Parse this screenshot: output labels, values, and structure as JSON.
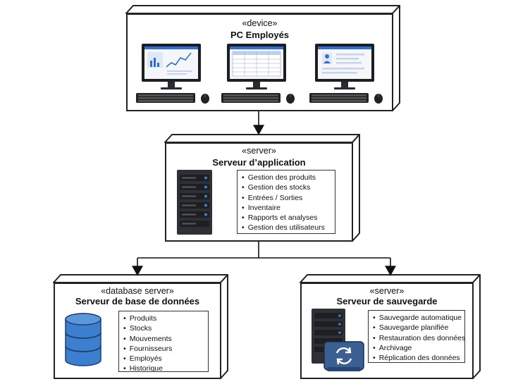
{
  "nodes": {
    "pc": {
      "stereotype": "«device»",
      "name": "PC Employés"
    },
    "app": {
      "stereotype": "«server»",
      "name": "Serveur d’application",
      "items": [
        "Gestion des produits",
        "Gestion des stocks",
        "Entrées / Sorties",
        "Inventaire",
        "Rapports et analyses",
        "Gestion des utilisateurs"
      ]
    },
    "db": {
      "stereotype": "«database server»",
      "name": "Serveur de base de données",
      "items": [
        "Produits",
        "Stocks",
        "Mouvements",
        "Fournisseurs",
        "Employés",
        "Historique"
      ]
    },
    "backup": {
      "stereotype": "«server»",
      "name": "Serveur de sauvegarde",
      "items": [
        "Sauvegarde automatique",
        "Sauvegarde planifiée",
        "Restauration des données",
        "Archivage",
        "Réplication des données"
      ]
    }
  },
  "icons": [
    "monitor-dashboard-icon",
    "monitor-table-icon",
    "monitor-profile-icon",
    "keyboard-icon",
    "mouse-icon",
    "server-rack-icon",
    "database-cylinder-icon",
    "sync-drive-icon"
  ],
  "colors": {
    "line": "#222222",
    "screen_blue": "#2f6fd0",
    "server_dark": "#2f3035",
    "db_blue": "#3d7fcf",
    "drive_blue": "#3a5f92"
  }
}
